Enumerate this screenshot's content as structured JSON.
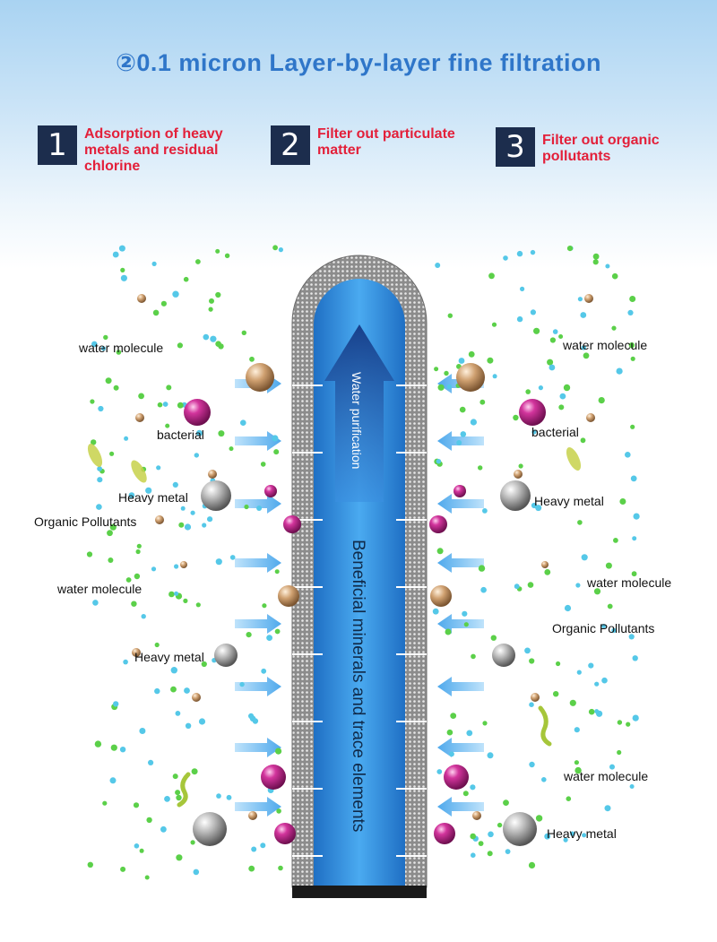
{
  "title": "②0.1 micron  Layer-by-layer fine filtration",
  "steps": [
    {
      "num": "1",
      "text": "Adsorption of heavy metals and residual chlorine"
    },
    {
      "num": "2",
      "text": "Filter out particulate matter"
    },
    {
      "num": "3",
      "text": "Filter out organic pollutants"
    }
  ],
  "core": {
    "flow_label": "Water purification",
    "minerals_label": "Beneficial minerals and trace elements"
  },
  "labels_left": {
    "water1": "water molecule",
    "bacterial": "bacterial",
    "heavy1": "Heavy metal",
    "organic": "Organic Pollutants",
    "water2": "water molecule",
    "heavy2": "Heavy metal"
  },
  "labels_right": {
    "water1": "water molecule",
    "bacterial": "bacterial",
    "heavy1": "Heavy metal",
    "water2": "water molecule",
    "organic": "Organic Pollutants",
    "water3": "water molecule",
    "heavy2": "Heavy metal"
  },
  "colors": {
    "title": "#2f76c9",
    "step_text": "#e3203a",
    "step_box": "#1c2d4d",
    "core_blue": "#2f93e0",
    "arrow_blue": "#5ab4ef",
    "bacteria": "#c02a8a",
    "heavy_metal": "#9a9a9a",
    "particle": "#c89a6a",
    "molecule_green": "#5bd049",
    "molecule_cyan": "#55c8e8"
  }
}
